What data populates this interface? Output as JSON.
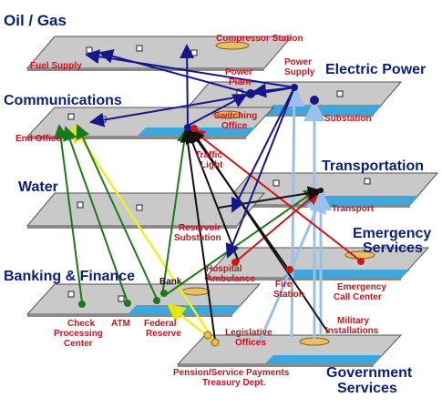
{
  "colors": {
    "sector_title": "#0b1f7a",
    "node_label": "#c8141e",
    "plane_fill": "#c9c9c9",
    "water_strip": "#3fa6dc",
    "link_blue": "#16168c",
    "link_lightblue": "#9cc0ec",
    "link_yellow": "#f0f020",
    "link_green": "#1a7a1a",
    "link_red": "#d41414",
    "link_black": "#111111"
  },
  "sectors": {
    "oil_gas": "Oil / Gas",
    "electric_power": "Electric Power",
    "communications": "Communications",
    "transportation": "Transportation",
    "water": "Water",
    "emergency_services": [
      "Emergency",
      "Services"
    ],
    "banking_finance": "Banking & Finance",
    "government_services": [
      "Government",
      "Services"
    ]
  },
  "nodes": {
    "compressor_station": "Compressor Station",
    "fuel_supply": "Fuel Supply",
    "power_plant": [
      "Power",
      "Plant"
    ],
    "power_supply": [
      "Power",
      "Supply"
    ],
    "substation": "Substation",
    "end_office": "End Office",
    "switching_office": [
      "Switching",
      "Office"
    ],
    "traffic_light": [
      "Traffic",
      "Light"
    ],
    "transport": "Transport",
    "reservoir_substation": [
      "Reservoir",
      "Substation"
    ],
    "hospital_ambulance": [
      "Hospital",
      "Ambulance"
    ],
    "fire_station": [
      "Fire",
      "Station"
    ],
    "emergency_call_center": [
      "Emergency",
      "Call Center"
    ],
    "bank": "Bank",
    "check_processing_center": [
      "Check",
      "Processing",
      "Center"
    ],
    "atm": "ATM",
    "federal_reserve": [
      "Federal",
      "Reserve"
    ],
    "legislative_offices": [
      "Legislative",
      "Offices"
    ],
    "military_installations": [
      "Military",
      "Installations"
    ],
    "pension_treasury": [
      "Pension/Service Payments",
      "Treasury Dept."
    ]
  }
}
